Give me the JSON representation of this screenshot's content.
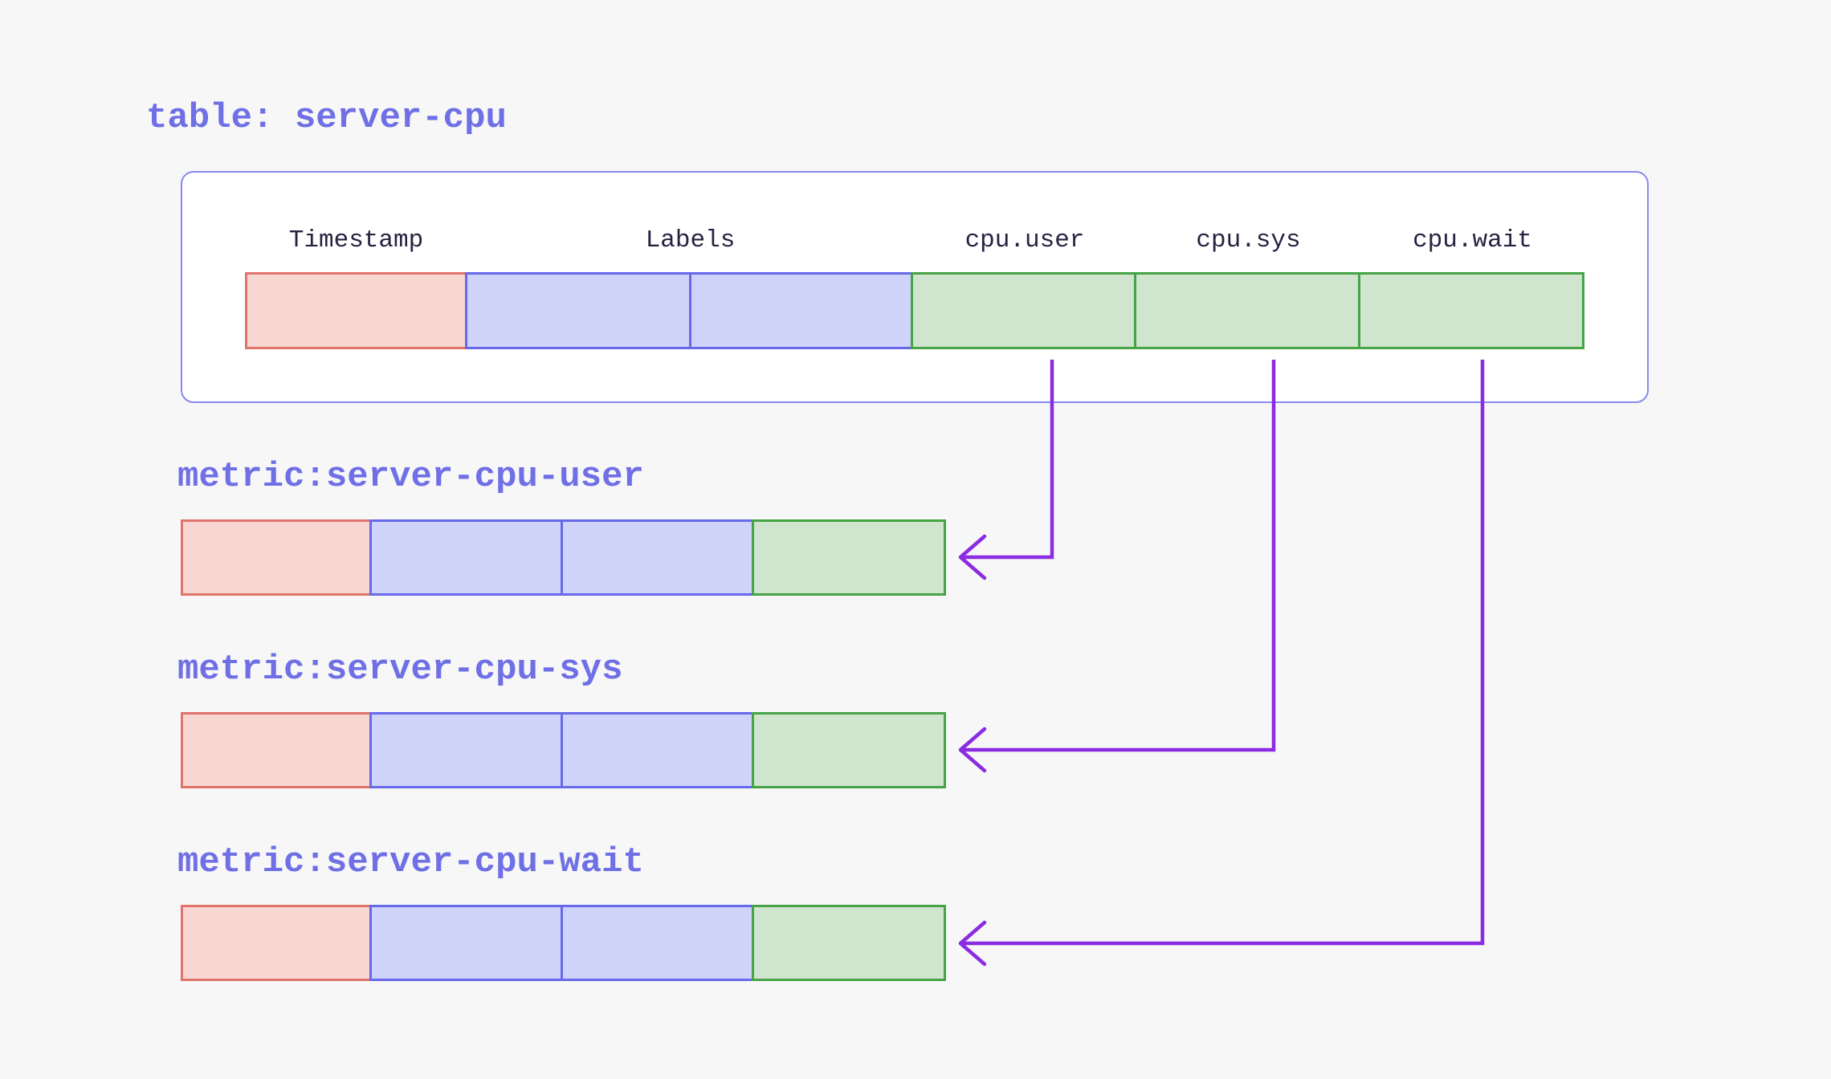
{
  "page": {
    "background_color": "#f7f7f8"
  },
  "table": {
    "title_label": "table: server-cpu",
    "columns": [
      {
        "label": "Timestamp",
        "kind": "timestamp"
      },
      {
        "label": "Labels",
        "kind": "labels"
      },
      {
        "label": "cpu.user",
        "kind": "field"
      },
      {
        "label": "cpu.sys",
        "kind": "field"
      },
      {
        "label": "cpu.wait",
        "kind": "field"
      }
    ],
    "row_cell_kinds": [
      "timestamp",
      "labels",
      "labels",
      "field",
      "field",
      "field"
    ]
  },
  "metrics": [
    {
      "label": "metric:server-cpu-user",
      "cell_kinds": [
        "timestamp",
        "labels",
        "labels",
        "field"
      ]
    },
    {
      "label": "metric:server-cpu-sys",
      "cell_kinds": [
        "timestamp",
        "labels",
        "labels",
        "field"
      ]
    },
    {
      "label": "metric:server-cpu-wait",
      "cell_kinds": [
        "timestamp",
        "labels",
        "labels",
        "field"
      ]
    }
  ],
  "arrows": [
    {
      "from_column": "cpu.user",
      "to_metric": "metric:server-cpu-user"
    },
    {
      "from_column": "cpu.sys",
      "to_metric": "metric:server-cpu-sys"
    },
    {
      "from_column": "cpu.wait",
      "to_metric": "metric:server-cpu-wait"
    }
  ],
  "colors": {
    "title_text": "#6f6fe6",
    "metric_label_text": "#6f6fe6",
    "header_text": "#2a2142",
    "container_border": "#8888f0",
    "container_fill": "#ffffff",
    "timestamp_cell_fill": "#f8d7d3",
    "timestamp_cell_border": "#e0746c",
    "labels_cell_fill": "#d0d3f9",
    "labels_cell_border": "#6769e9",
    "field_cell_fill": "#cfe5ce",
    "field_cell_border": "#46a346",
    "arrow": "#8b2be2"
  }
}
